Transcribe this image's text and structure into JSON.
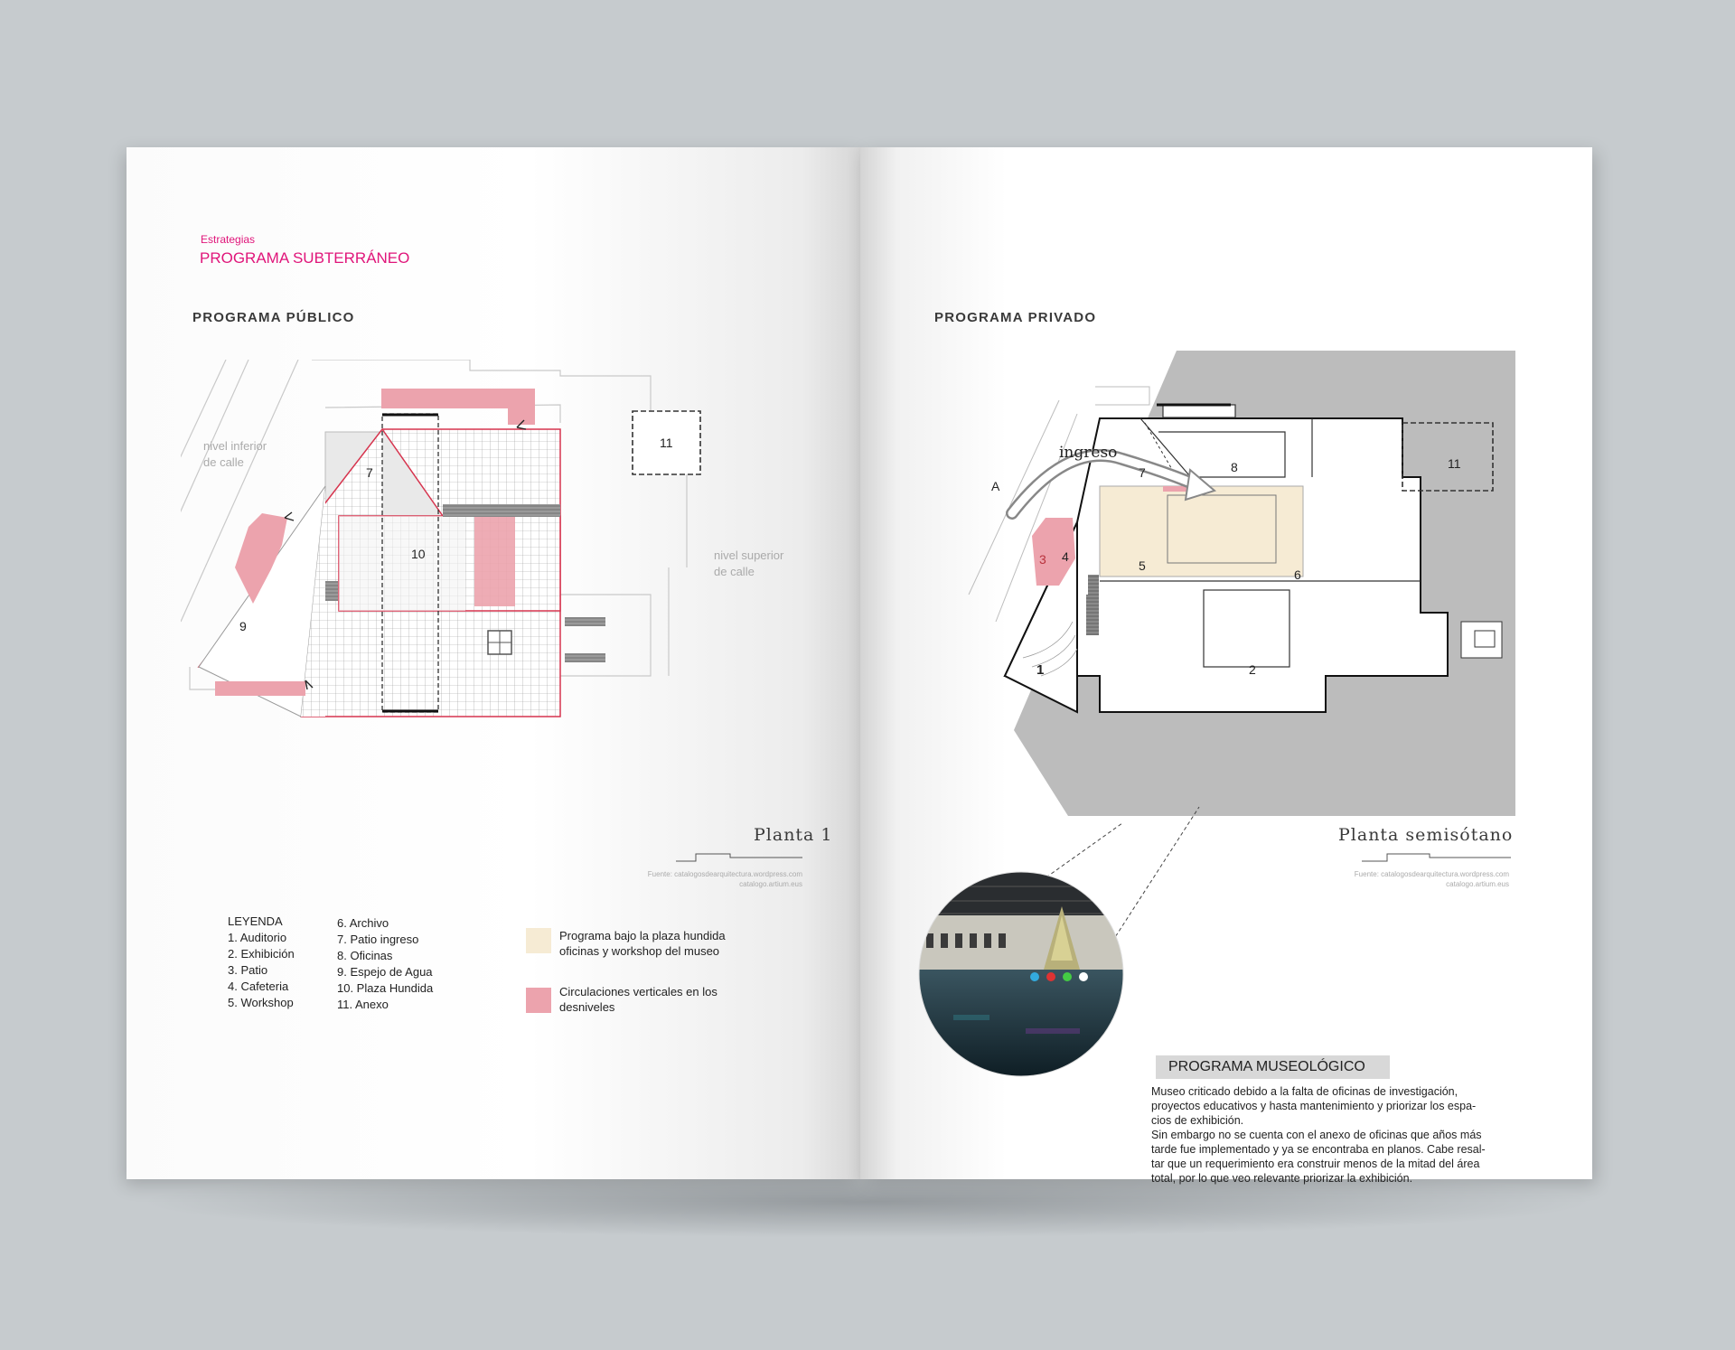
{
  "left": {
    "kicker": "Estrategias",
    "section": "PROGRAMA SUBTERRÁNEO",
    "heading": "PROGRAMA PÚBLICO",
    "plan_title": "Planta 1",
    "source_1": "Fuente: catalogosdearquitectura.wordpress.com",
    "source_2": "catalogo.artium.eus",
    "plan_labels": {
      "a7": "7",
      "a10": "10",
      "a9": "9",
      "a11": "11"
    },
    "street_low": [
      "nivel inferior",
      "de calle"
    ],
    "street_high": [
      "nivel superior",
      "de calle"
    ],
    "legend_title": "LEYENDA",
    "legend_col1": [
      "1. Auditorio",
      "2. Exhibición",
      "3. Patio",
      "4. Cafeteria",
      "5. Workshop"
    ],
    "legend_col2": [
      "6. Archivo",
      "7. Patio ingreso",
      "8. Oficinas",
      "9. Espejo de Agua",
      "10. Plaza Hundida",
      "11. Anexo"
    ],
    "key_1": [
      "Programa bajo la plaza hundida",
      "oficinas y workshop del museo"
    ],
    "key_2": [
      "Circulaciones verticales en los",
      "desniveles"
    ]
  },
  "right": {
    "heading": "PROGRAMA PRIVADO",
    "plan_title": "Planta semisótano",
    "source_1": "Fuente: catalogosdearquitectura.wordpress.com",
    "source_2": "catalogo.artium.eus",
    "ingreso": "ingreso",
    "plan_labels": {
      "a": "A",
      "r7": "7",
      "r8": "8",
      "r11": "11",
      "r3": "3",
      "r4": "4",
      "r5": "5",
      "r6": "6",
      "r1": "1",
      "r2": "2"
    },
    "museo_heading": "PROGRAMA MUSEOLÓGICO",
    "museo_lines": [
      "Museo criticado debido a la falta de oficinas de investigación,",
      "proyectos educativos y hasta mantenimiento y priorizar los espa-",
      "cios de exhibición.",
      "Sin embargo no se cuenta con el anexo de oficinas que años más",
      "tarde fue implementado y ya se encontraba en planos. Cabe resal-",
      "tar que un requerimiento era construir menos de la mitad del área",
      "total, por lo que veo relevante priorizar la exhibición."
    ]
  },
  "colors": {
    "accent": "#e0157a",
    "pink": "#eca3ad",
    "cream": "#f6ebd4",
    "gray_block": "#bcbcbc"
  }
}
